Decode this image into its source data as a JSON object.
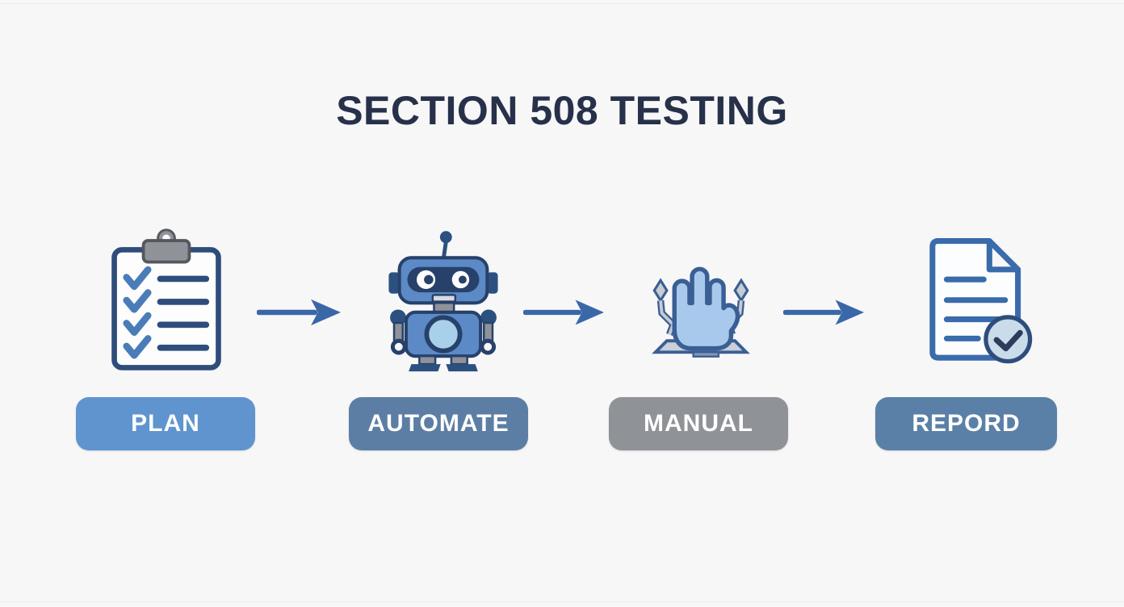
{
  "page": {
    "title": "SECTION 508 TESTING",
    "title_color": "#27314a",
    "background_color": "#f7f7f8"
  },
  "flow": {
    "arrow_color": "#3a67a8",
    "arrow_count": 3,
    "stages": [
      {
        "id": "plan",
        "label": "PLAN",
        "icon": "clipboard-checklist-icon",
        "button_color": "#6094ce"
      },
      {
        "id": "automate",
        "label": "AUTOMATE",
        "icon": "robot-icon",
        "button_color": "#5d7ea4"
      },
      {
        "id": "manual",
        "label": "MANUAL",
        "icon": "hand-stop-icon",
        "button_color": "#8f9297"
      },
      {
        "id": "report",
        "label": "REPORD",
        "icon": "document-check-icon",
        "button_color": "#5b80a7"
      }
    ],
    "label_text_color": "#ffffff"
  },
  "icon_palette": {
    "outline_navy": "#2e4d7b",
    "mid_blue": "#5b8ac6",
    "light_blue": "#a9d0ea",
    "hand_blue": "#a9c9ec",
    "hand_outline": "#3a5f94",
    "doc_outline": "#3a6bab",
    "gray": "#8f9298",
    "badge_fill": "#cadce9"
  }
}
